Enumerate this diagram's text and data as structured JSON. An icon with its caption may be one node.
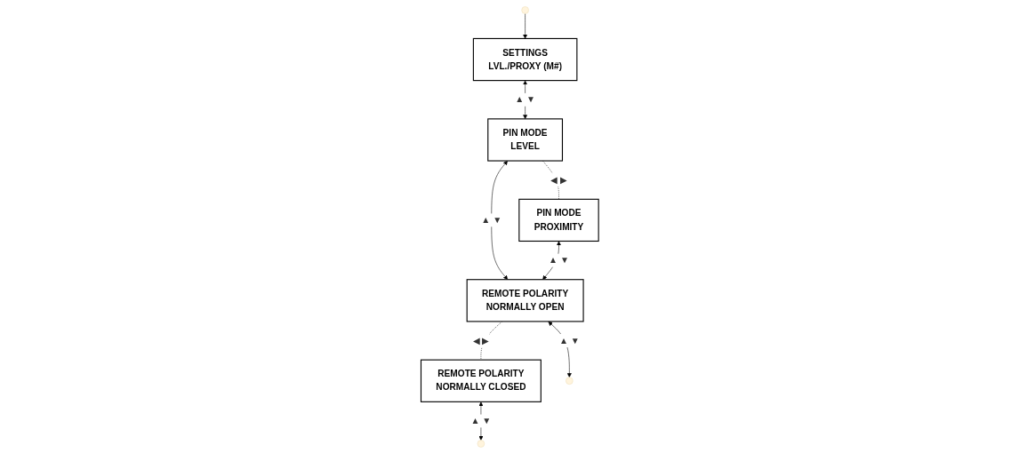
{
  "diagram": {
    "nodes": [
      {
        "text": [
          "SETTINGS",
          "LVL./PROXY (M#)"
        ]
      },
      {
        "text": [
          "PIN MODE",
          "LEVEL"
        ]
      },
      {
        "text": [
          "PIN MODE",
          "PROXIMITY"
        ]
      },
      {
        "text": [
          "REMOTE POLARITY",
          "NORMALLY OPEN"
        ]
      },
      {
        "text": [
          "REMOTE POLARITY",
          "NORMALLY CLOSED"
        ]
      }
    ],
    "edges": [
      {
        "from": null,
        "to": 0,
        "arrow": "to"
      },
      {
        "from": 0,
        "to": 1,
        "arrow": "both",
        "label": "▲ ▼"
      },
      {
        "from": 1,
        "to": 2,
        "arrow": "none",
        "style": "dashed",
        "label": "◀ ▶"
      },
      {
        "from": 1,
        "to": 3,
        "arrow": "both",
        "label": "▲ ▼"
      },
      {
        "from": 2,
        "to": 3,
        "arrow": "both",
        "label": "▲ ▼"
      },
      {
        "from": 3,
        "to": 4,
        "arrow": "none",
        "style": "dashed",
        "label": "◀ ▶"
      },
      {
        "from": 3,
        "to": null,
        "arrow": "both",
        "label": "▲ ▼"
      },
      {
        "from": 4,
        "to": null,
        "arrow": "both",
        "label": "▲ ▼"
      }
    ]
  }
}
